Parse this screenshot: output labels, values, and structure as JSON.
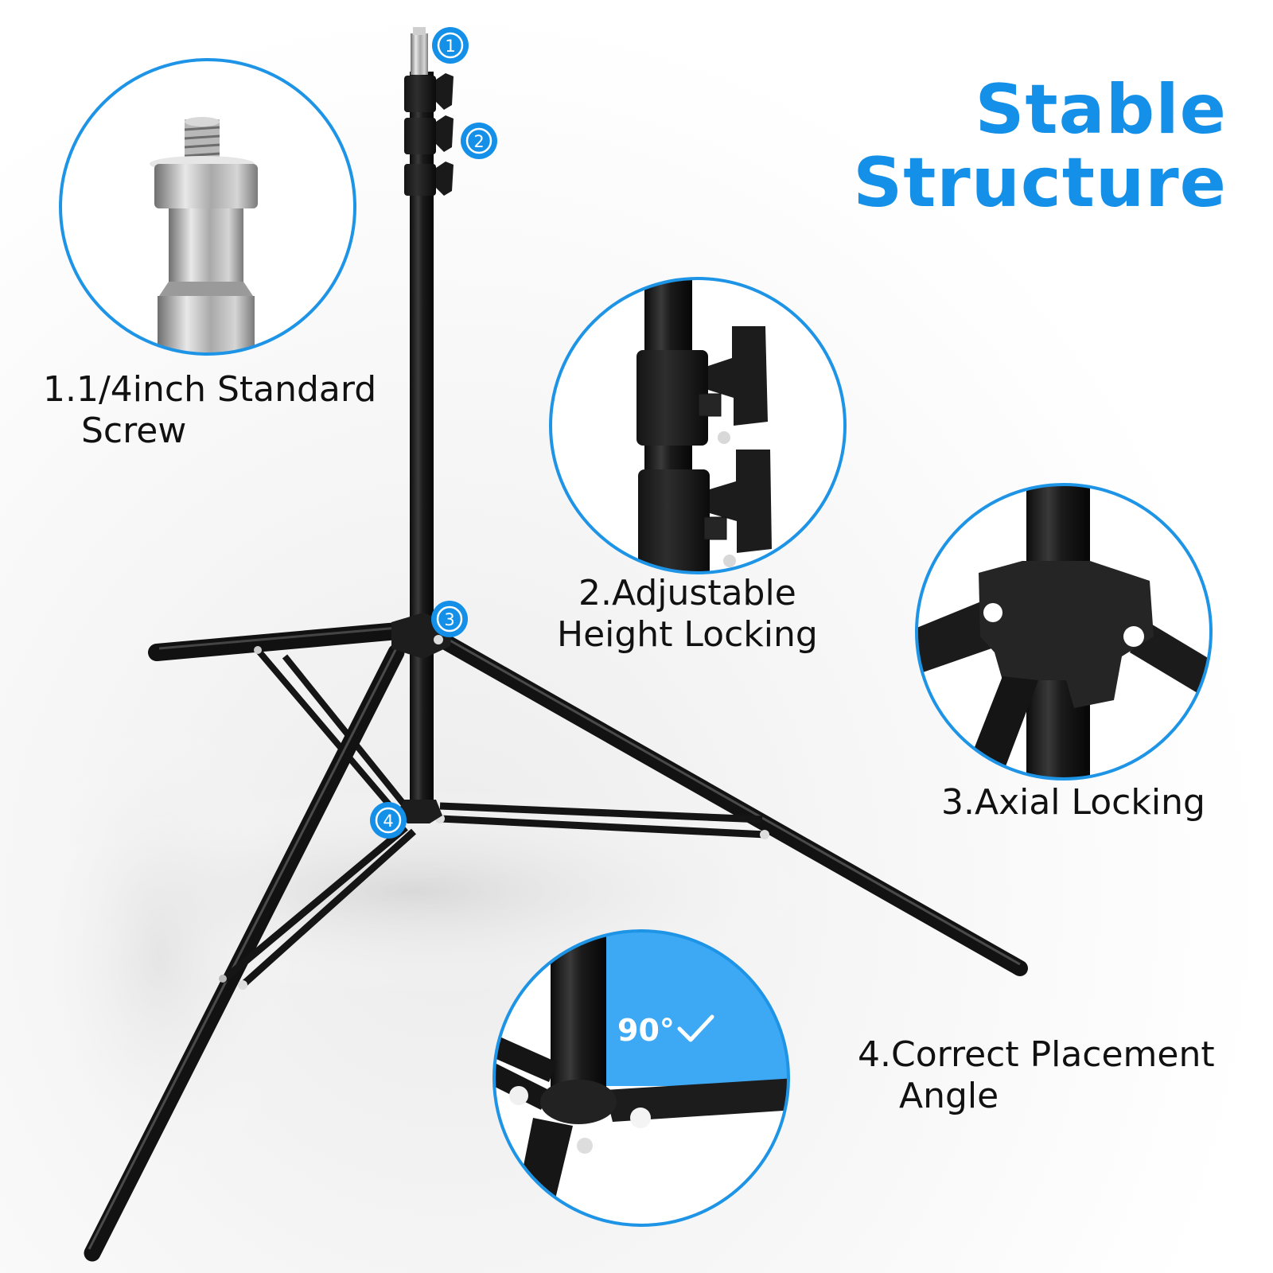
{
  "title": {
    "line1": "Stable",
    "line2": "Structure",
    "color": "#1490E8"
  },
  "features": [
    {
      "number": "1",
      "badge": "①",
      "label_line1": "1.1/4inch Standard",
      "label_line2": "Screw",
      "detail": "screw-closeup"
    },
    {
      "number": "2",
      "badge": "②",
      "label_line1": "2.Adjustable",
      "label_line2": "Height Locking",
      "detail": "locking-knob-closeup"
    },
    {
      "number": "3",
      "badge": "③",
      "label_line1": "3.Axial Locking",
      "label_line2": "",
      "detail": "axial-joint-closeup"
    },
    {
      "number": "4",
      "badge": "④",
      "label_line1": "4.Correct Placement",
      "label_line2": "Angle",
      "detail": "base-angle-closeup"
    }
  ],
  "angle_callout": {
    "text": "90°",
    "icon": "checkmark-icon",
    "fill": "#3DA9F5"
  },
  "colors": {
    "accent": "#1490E8",
    "circle_border": "#1E94E6",
    "metal_dark": "#1A1A1A",
    "label_text": "#111111"
  }
}
